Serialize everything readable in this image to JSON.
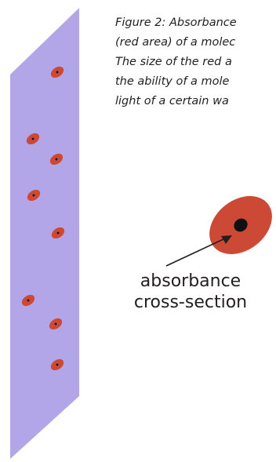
{
  "colors": {
    "plane": "#b3a6e8",
    "absorber": "#cc4a35",
    "molecule": "#111111",
    "text": "#231f20"
  },
  "caption": {
    "lines": [
      "Figure 2: Absorbance",
      "(red area) of a molec",
      "The size of the red a",
      "the ability of a mole",
      "light of a certain wa"
    ]
  },
  "label": {
    "line1": "absorbance",
    "line2": "cross-section"
  },
  "molecule_count": 9
}
